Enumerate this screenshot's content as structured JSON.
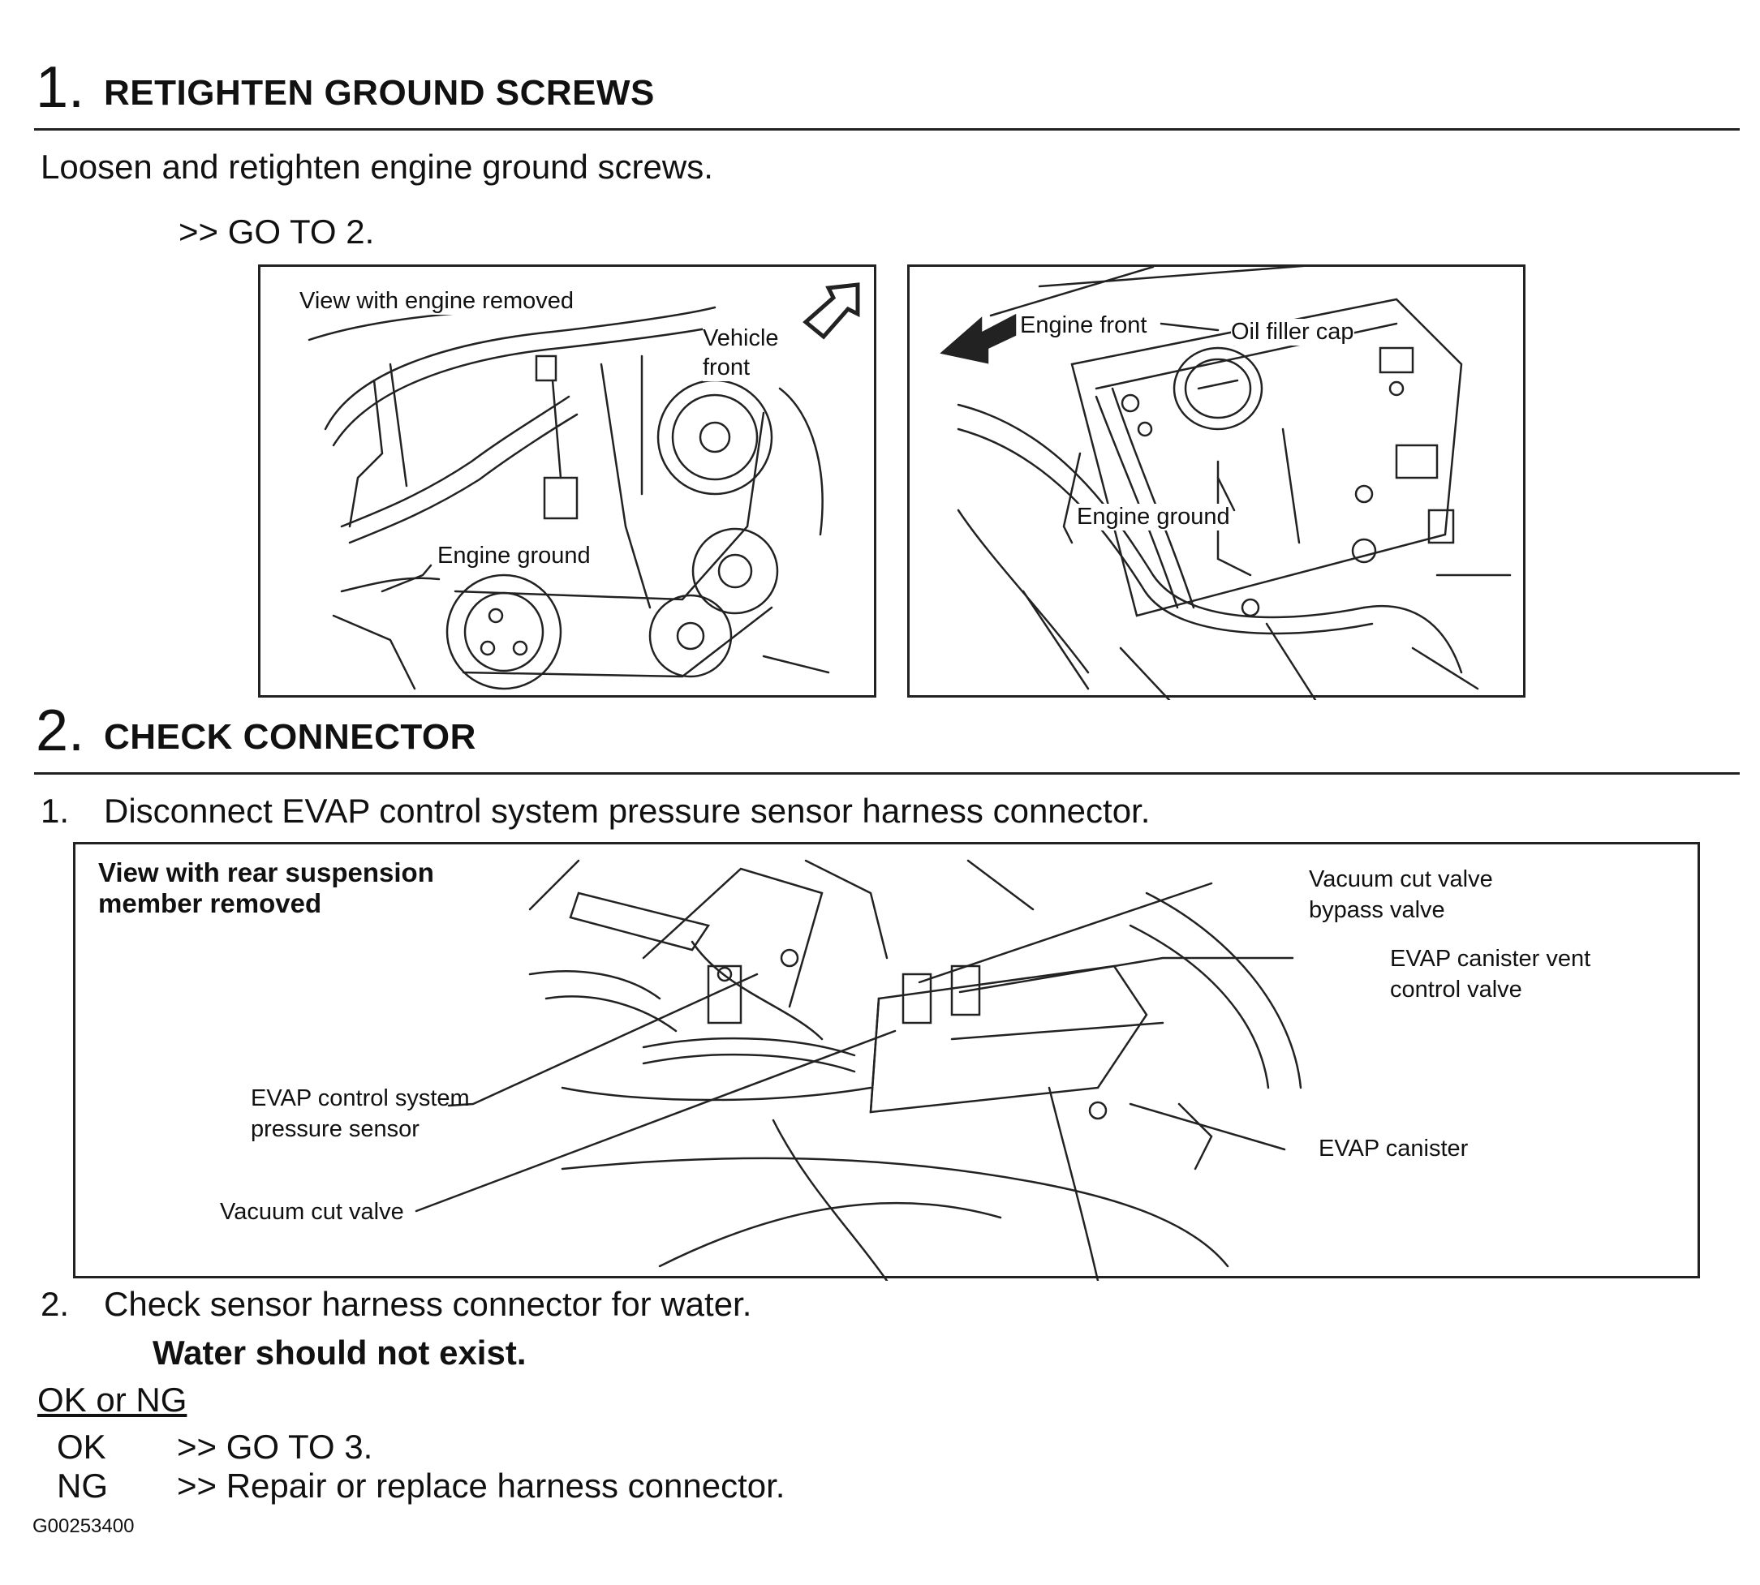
{
  "step1": {
    "number": "1.",
    "title": "RETIGHTEN GROUND SCREWS",
    "instruction": "Loosen and retighten engine ground screws.",
    "goto": ">> GO TO 2.",
    "figure_left": {
      "label_view": "View with engine removed",
      "label_vehicle": "Vehicle",
      "label_front": "front",
      "label_ground": "Engine ground"
    },
    "figure_right": {
      "label_engine_front": "Engine front",
      "label_oil_filler": "Oil filler cap",
      "label_ground": "Engine ground"
    }
  },
  "step2": {
    "number": "2.",
    "title": "CHECK CONNECTOR",
    "item1_num": "1.",
    "item1_text": "Disconnect EVAP control system pressure sensor harness connector.",
    "figure": {
      "view_line1": "View with rear suspension",
      "view_line2": "member removed",
      "vacuum_bypass_line1": "Vacuum cut valve",
      "vacuum_bypass_line2": "bypass valve",
      "vent_line1": "EVAP canister vent",
      "vent_line2": "control valve",
      "sensor_line1": "EVAP control system",
      "sensor_line2": "pressure sensor",
      "canister": "EVAP canister",
      "vacuum_cut": "Vacuum cut valve"
    },
    "item2_num": "2.",
    "item2_text": "Check sensor harness connector for water.",
    "note": "Water should not exist.",
    "result_heading": "OK or NG",
    "results": [
      {
        "key": "OK",
        "action": ">> GO TO 3."
      },
      {
        "key": "NG",
        "action": ">> Repair or replace harness connector."
      }
    ]
  },
  "footer_code": "G00253400"
}
